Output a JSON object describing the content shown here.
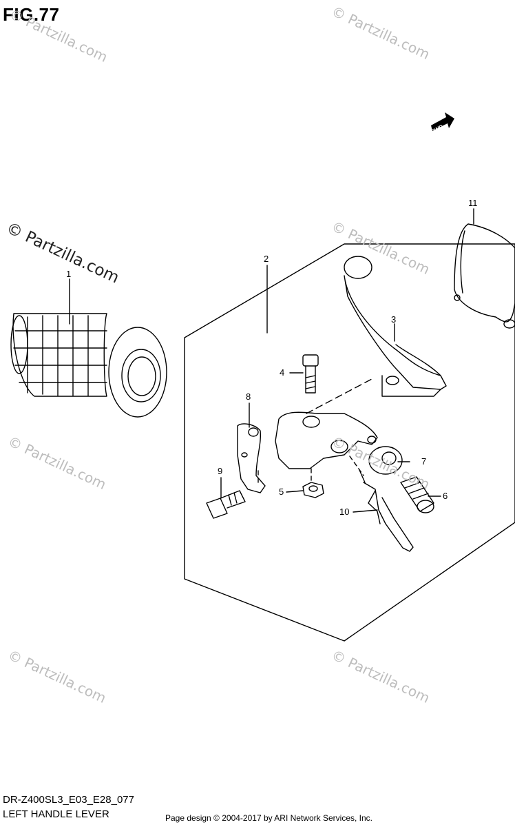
{
  "figure": {
    "title": "FIG.77",
    "model_code": "DR-Z400SL3_E03_E28_077",
    "name": "LEFT HANDLE LEVER",
    "credit": "Page design © 2004-2017 by ARI Network Services, Inc.",
    "fwd_label": "FWD"
  },
  "watermark": {
    "text": "© Partzilla.com"
  },
  "callouts": {
    "c1": "1",
    "c2": "2",
    "c3": "3",
    "c4": "4",
    "c5": "5",
    "c6": "6",
    "c7": "7",
    "c8": "8",
    "c9": "9",
    "c10": "10",
    "c11": "11"
  }
}
